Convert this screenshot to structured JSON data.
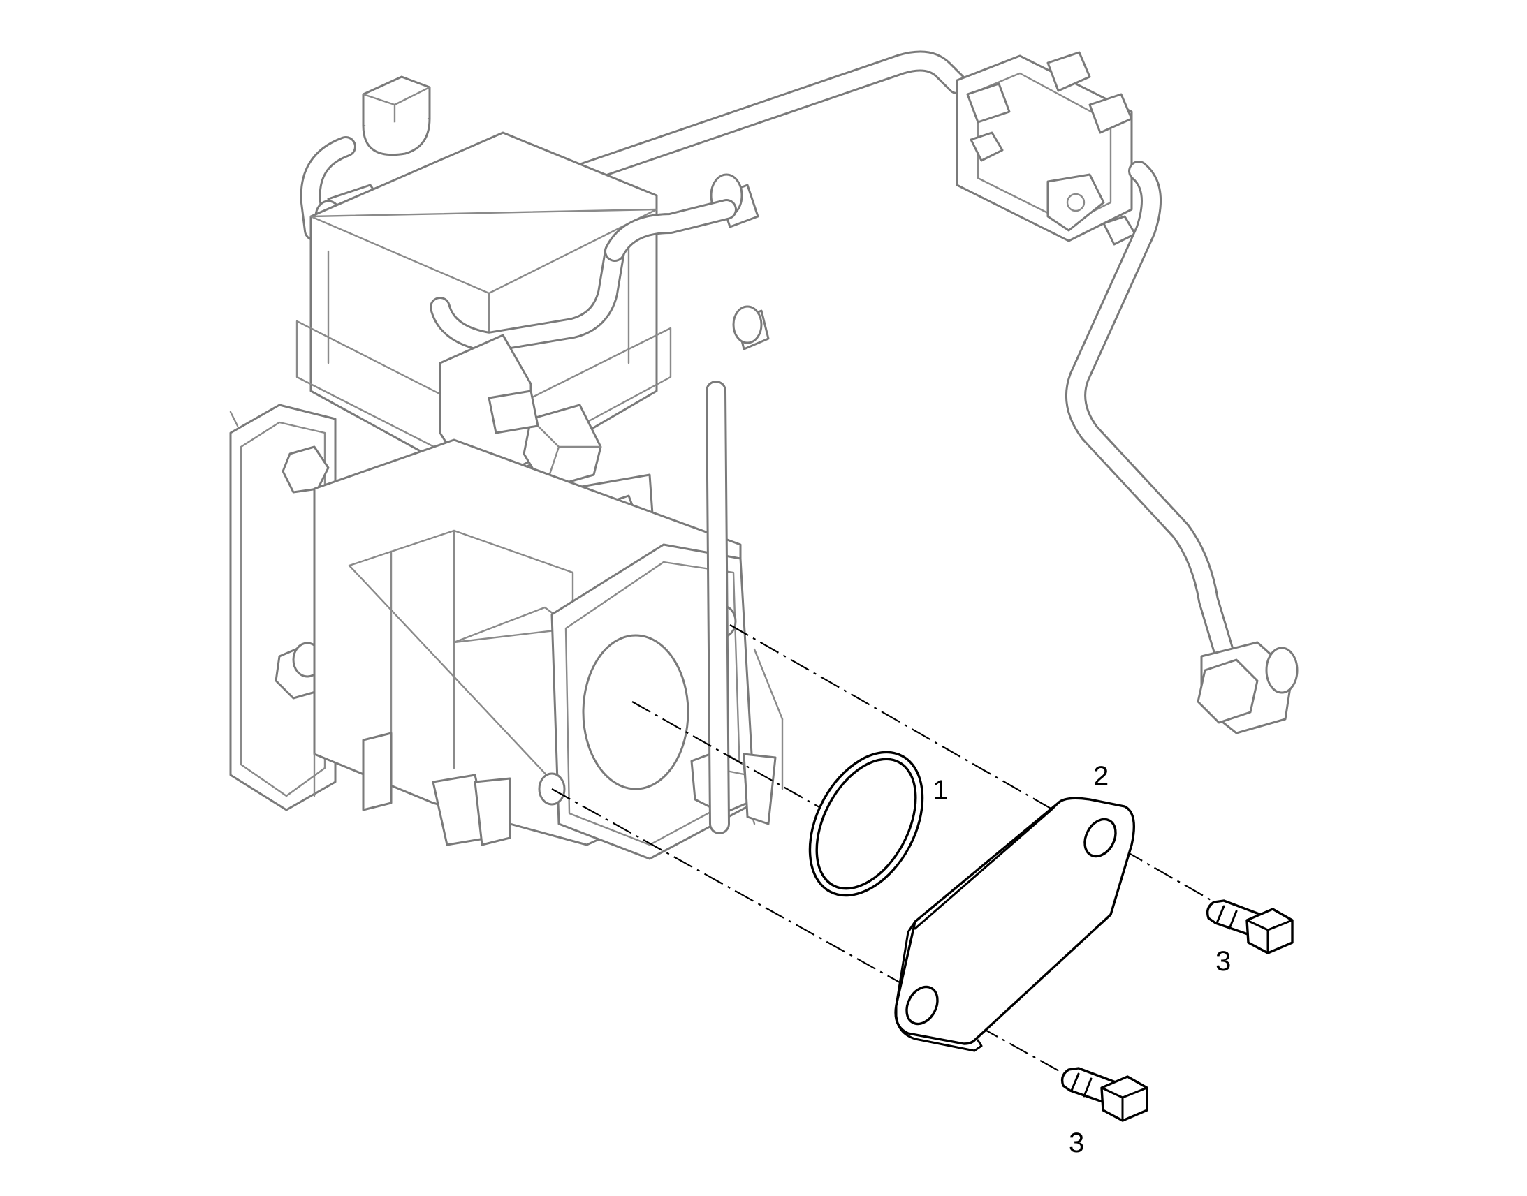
{
  "callouts": {
    "gasket": "1",
    "cover_plate": "2",
    "bolt_upper": "3",
    "bolt_lower": "3"
  },
  "colors": {
    "background": "#ffffff",
    "background_assembly": "#7a7a7a",
    "highlighted_parts": "#000000"
  }
}
